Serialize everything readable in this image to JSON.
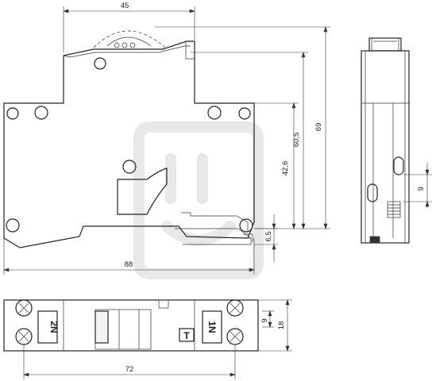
{
  "dimensions": {
    "width_45": "45",
    "height_69": "69",
    "height_60_5": "60,5",
    "height_42_6": "42,6",
    "offset_6_5": "6,5",
    "width_88": "88",
    "pitch_9_side": "9",
    "pitch_9_bottom": "9",
    "height_18": "18",
    "width_72": "72"
  },
  "terminals": {
    "left": "2N",
    "right": "1N",
    "test": "T"
  },
  "colors": {
    "line": "#222222",
    "watermark": "#e8e8e8",
    "background": "#ffffff"
  }
}
